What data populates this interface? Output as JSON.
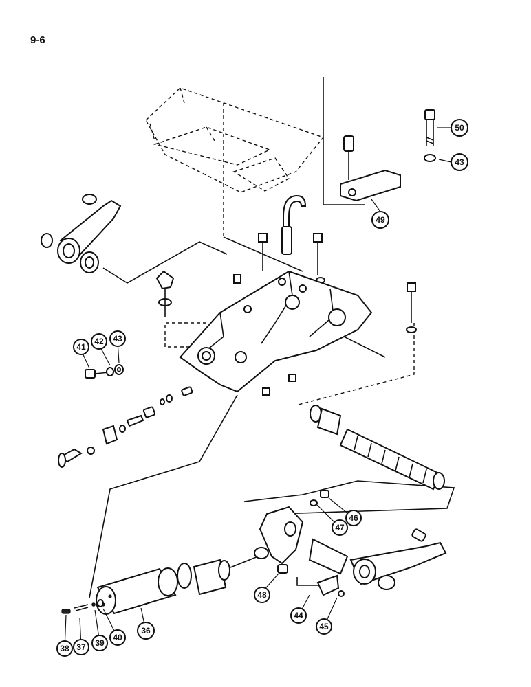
{
  "page_number": "9-6",
  "callouts": [
    "50",
    "43",
    "49",
    "41",
    "42",
    "43",
    "36",
    "37",
    "38",
    "39",
    "40",
    "44",
    "45",
    "46",
    "47",
    "48"
  ],
  "colors": {
    "ink": "#111111",
    "paper": "#ffffff"
  }
}
